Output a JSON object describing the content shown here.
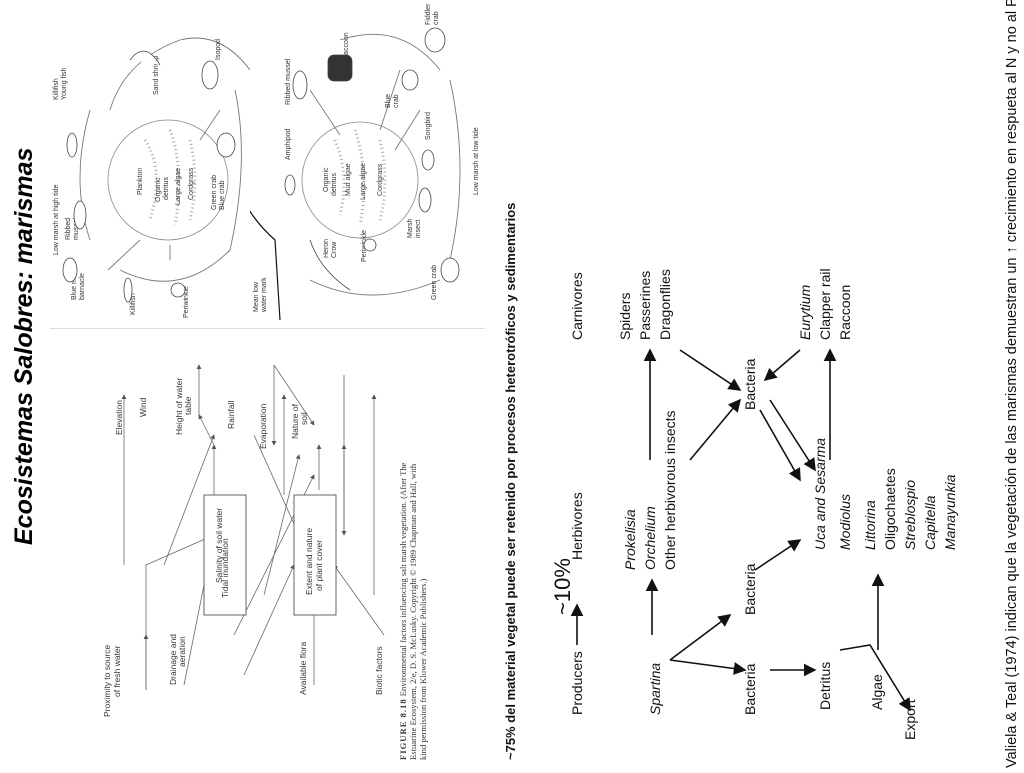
{
  "title": "Ecosistemas Salobres: marismas",
  "subtitle": "~75% del material vegetal puede ser retenido por procesos heterotróficos y sedimentarios",
  "citation": "Valiela & Teal (1974) indican que la vegetación de las marismas demuestran un ↑ crecimiento en respueta al N y no al P",
  "figure_818": {
    "label": "FIGURE 8.18",
    "caption_lines": [
      "Environmental factors influencing salt marsh vegetation. (After The",
      "Estuarine Ecosystem, 2/e, D. S. McLusky. Copyright © 1989 Chapman and Hall, with",
      "kind permission from Kluwer Academic Publishers.)"
    ],
    "nodes": {
      "elevation": "Elevation",
      "wind": "Wind",
      "height_water_table": [
        "Height of water",
        "table"
      ],
      "rainfall": "Rainfall",
      "evaporation": "Evaporation",
      "nature_soil": [
        "Nature of",
        "soil"
      ],
      "proximity": [
        "Proximity to source",
        "of fresh water"
      ],
      "tidal_inundation": "Tidal inundation",
      "salinity": "Salinity of soil water",
      "extent": [
        "Extent and nature",
        "of plant cover"
      ],
      "drainage": [
        "Drainage and",
        "aeration"
      ],
      "available_flora": "Available flora",
      "biotic_factors": "Biotic factors"
    }
  },
  "web_high": {
    "heading": "Low marsh at high tide",
    "center": [
      "Plankton",
      "Organic",
      "detritus",
      "Large algae",
      "Cordgrass"
    ],
    "organisms": {
      "killifish_young": [
        "Killifish",
        "Young fish"
      ],
      "sand_shrimp": "Sand shrimp",
      "isopod": "Isopod",
      "ribbed_mussel": [
        "Ribbed",
        "mussel"
      ],
      "blue_mussel": [
        "Blue mussel",
        "barnacle"
      ],
      "killifish": "Killifish",
      "periwinkle": "Periwinkle",
      "green_blue_crab": [
        "Green crab",
        "Blue crab"
      ]
    }
  },
  "web_low": {
    "heading": "Low marsh at low tide",
    "water_mark": [
      "Mean low",
      "water mark"
    ],
    "center": [
      "Organic",
      "detritus",
      "Mud algae",
      "Large algae",
      "Cordgrass"
    ],
    "organisms": {
      "fiddler_crab": [
        "Fiddler",
        "crab"
      ],
      "raccoon": "Raccoon",
      "ribbed_mussel": "Ribbed mussel",
      "blue_crab": [
        "Blue",
        "crab"
      ],
      "songbird": "Songbird",
      "amphipod": "Amphipod",
      "marsh_insect": [
        "Marsh",
        "insect"
      ],
      "heron_crow": [
        "Heron",
        "Crow"
      ],
      "periwinkle": "Periwinkle",
      "green_crab": "Green crab"
    }
  },
  "food_web": {
    "percent": "~10%",
    "levels": {
      "producers": "Producers",
      "herbivores": "Herbivores",
      "carnivores": "Carnivores"
    },
    "nodes": {
      "spartina": "Spartina",
      "bacteria_top": "Bacteria",
      "bacteria_left": "Bacteria",
      "detritus": "Detritus",
      "algae": "Algae",
      "export": "Export",
      "prokelisia": "Prokelisia",
      "orchelium": "Orchelium",
      "other_herb": "Other herbivorous insects",
      "uca": "Uca and Sesarma",
      "modiolus": "Modiolus",
      "littorina": "Littorina",
      "oligochaetes": "Oligochaetes",
      "streblospio": "Streblospio",
      "capitella": "Capitella",
      "manayunkia": "Manayunkia",
      "bacteria_center": "Bacteria",
      "spiders": "Spiders",
      "passerines": "Passerines",
      "dragonflies": "Dragonflies",
      "eurytium": "Eurytium",
      "clapper": "Clapper rail",
      "raccoon": "Raccoon"
    }
  }
}
